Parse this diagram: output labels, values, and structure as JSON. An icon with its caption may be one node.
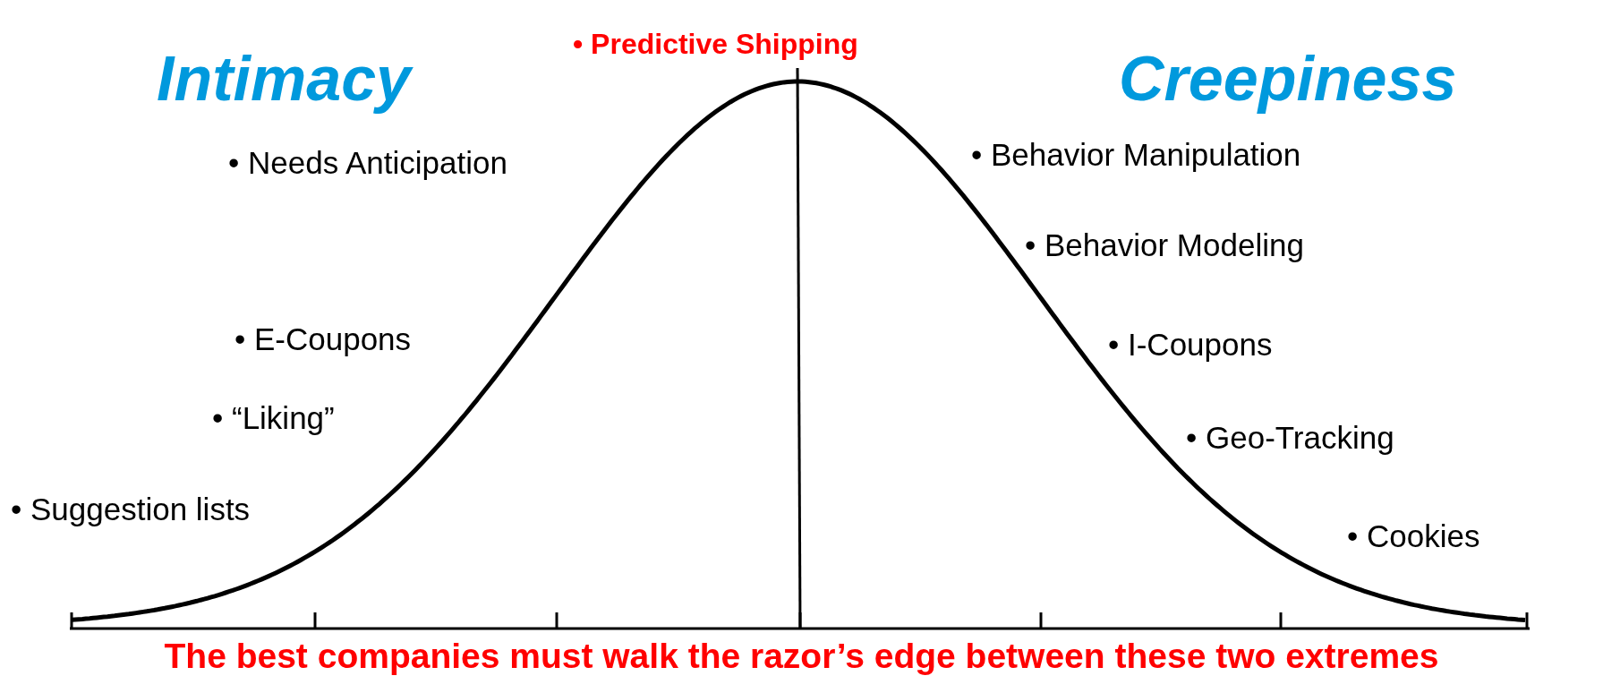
{
  "diagram": {
    "caption": "The best companies must walk the razor’s edge between these two extremes",
    "labels": [
      "• Predictive Shipping",
      "Intimacy",
      "Creepiness",
      "• Needs Anticipation",
      "• Behavior Manipulation",
      "• Behavior Modeling",
      "• E-Coupons",
      "• I-Coupons",
      "• “Liking”",
      "• Geo-Tracking",
      "• Suggestion lists",
      "• Cookies"
    ]
  }
}
